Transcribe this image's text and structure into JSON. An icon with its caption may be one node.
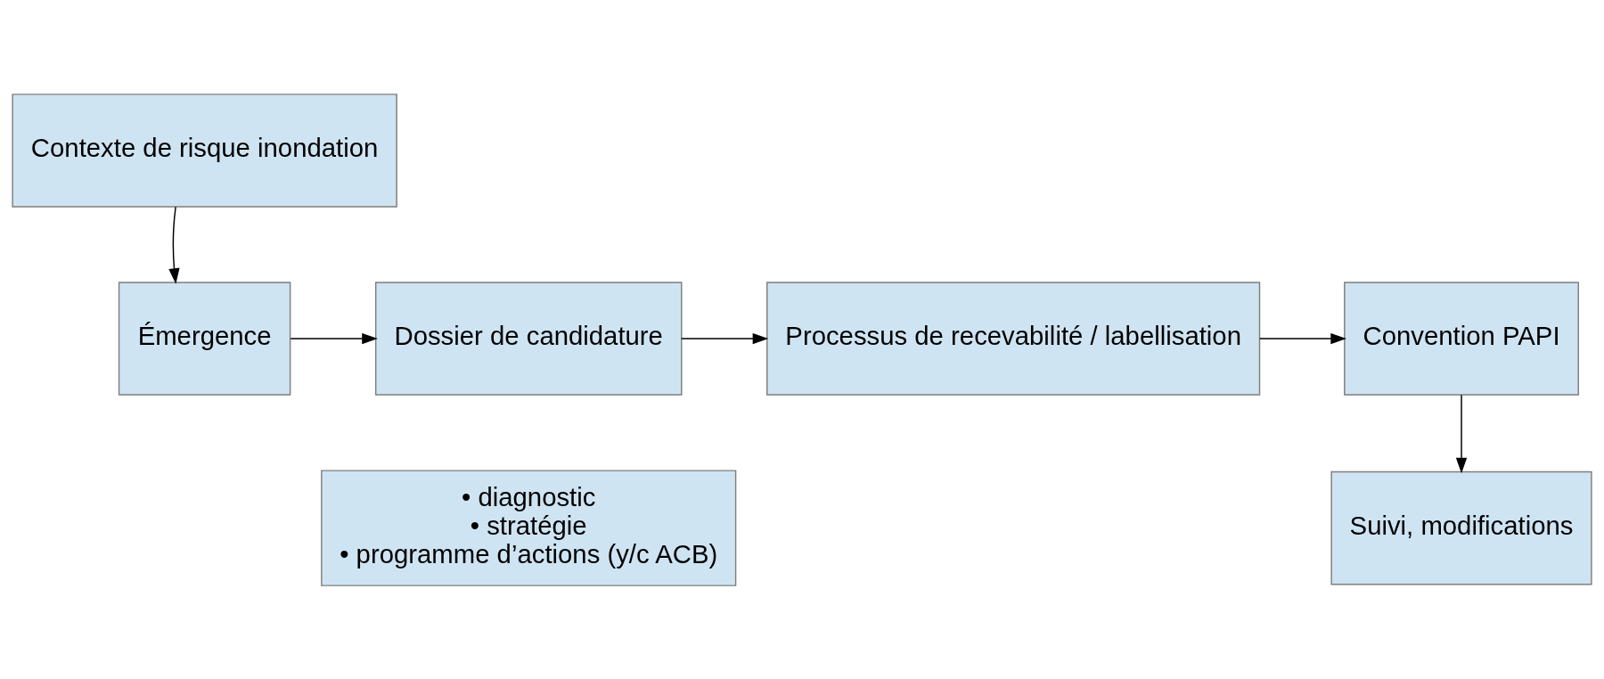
{
  "diagram": {
    "nodes": [
      {
        "text": [
          "Contexte de risque inondation"
        ]
      },
      {
        "text": [
          "Émergence"
        ]
      },
      {
        "text": [
          "Dossier de candidature"
        ]
      },
      {
        "text": [
          "Processus de recevabilité / labellisation"
        ]
      },
      {
        "text": [
          "Convention PAPI"
        ]
      },
      {
        "text": [
          "Suivi, modifications"
        ]
      },
      {
        "text": [
          "• diagnostic",
          "• stratégie",
          "• programme d’actions (y/c ACB)"
        ]
      }
    ],
    "edges": [
      {
        "from": 0,
        "to": 1,
        "arrow": "to"
      },
      {
        "from": 1,
        "to": 2,
        "arrow": "to"
      },
      {
        "from": 2,
        "to": 3,
        "arrow": "to"
      },
      {
        "from": 3,
        "to": 4,
        "arrow": "to"
      },
      {
        "from": 4,
        "to": 5,
        "arrow": "to"
      }
    ]
  }
}
